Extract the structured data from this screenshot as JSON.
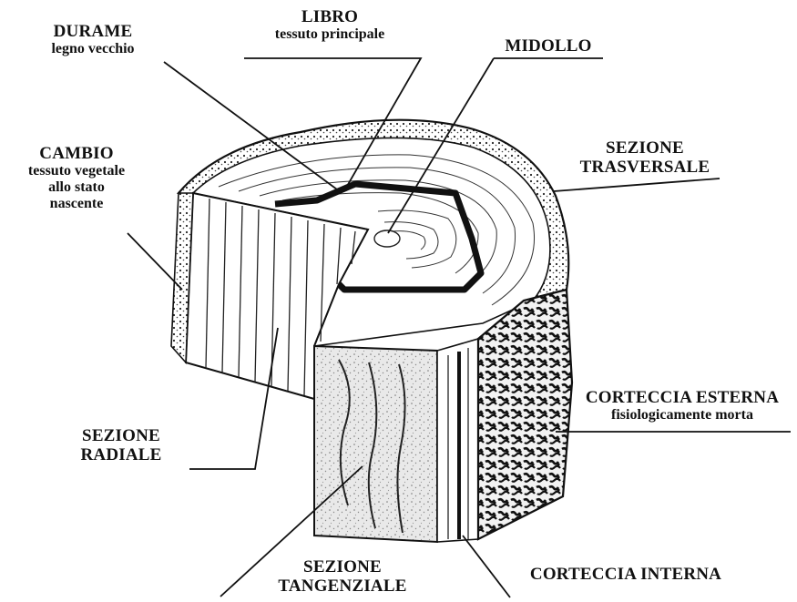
{
  "labels": {
    "durame": {
      "title": "DURAME",
      "sub": "legno vecchio"
    },
    "libro": {
      "title": "LIBRO",
      "sub": "tessuto principale"
    },
    "midollo": {
      "title": "MIDOLLO"
    },
    "sezione_trasversale": {
      "line1": "SEZIONE",
      "line2": "TRASVERSALE"
    },
    "cambio": {
      "title": "CAMBIO",
      "sub1": "tessuto vegetale",
      "sub2": "allo stato",
      "sub3": "nascente"
    },
    "corteccia_esterna": {
      "title": "CORTECCIA ESTERNA",
      "sub": "fisiologicamente morta"
    },
    "sezione_radiale": {
      "line1": "SEZIONE",
      "line2": "RADIALE"
    },
    "sezione_tangenziale": {
      "line1": "SEZIONE",
      "line2": "TANGENZIALE"
    },
    "corteccia_interna": {
      "title": "CORTECCIA INTERNA"
    }
  },
  "colors": {
    "ink": "#111111",
    "paper": "#ffffff",
    "speckle": "#9a9a9a",
    "bark": "#1a1a1a"
  }
}
